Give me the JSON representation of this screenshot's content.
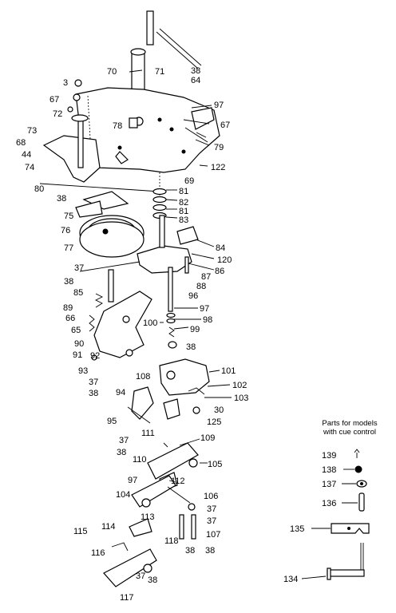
{
  "legend": {
    "title_line1": "Parts for models",
    "title_line2": "with cue control",
    "numbers": [
      "139",
      "138",
      "137",
      "136",
      "135",
      "134"
    ]
  },
  "callouts": [
    "3",
    "67",
    "72",
    "73",
    "68",
    "44",
    "74",
    "70",
    "71",
    "38",
    "64",
    "97",
    "78",
    "67",
    "79",
    "122",
    "69",
    "80",
    "81",
    "82",
    "81",
    "83",
    "38",
    "75",
    "76",
    "77",
    "84",
    "120",
    "86",
    "87",
    "88",
    "37",
    "38",
    "85",
    "96",
    "97",
    "98",
    "99",
    "38",
    "100",
    "89",
    "66",
    "65",
    "90",
    "91",
    "92",
    "93",
    "37",
    "38",
    "101",
    "102",
    "103",
    "30",
    "125",
    "108",
    "94",
    "95",
    "109",
    "111",
    "37",
    "38",
    "110",
    "105",
    "97",
    "112",
    "104",
    "106",
    "113",
    "37",
    "37",
    "114",
    "115",
    "118",
    "107",
    "38",
    "38",
    "116",
    "37",
    "38",
    "117"
  ]
}
